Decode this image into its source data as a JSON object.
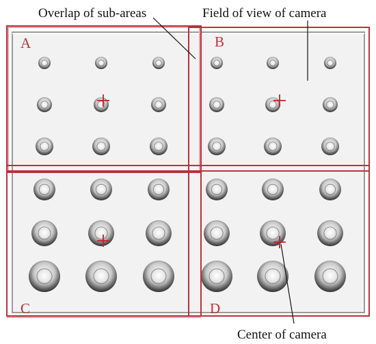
{
  "labels": {
    "overlap": "Overlap of sub-areas",
    "field_of_view": "Field of view of camera",
    "center": "Center of camera"
  },
  "quadrants": {
    "a": "A",
    "b": "B",
    "c": "C",
    "d": "D"
  },
  "colors": {
    "frame_red": "#b8323a",
    "frame_pink": "#e6a6b0",
    "plate": "#f2f2f2",
    "plate_border": "#9a9a9a",
    "crosshair": "#c81e28",
    "text": "#111111"
  }
}
